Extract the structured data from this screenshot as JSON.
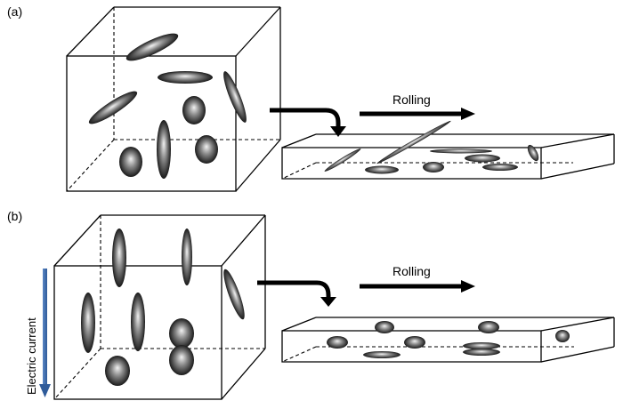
{
  "panels": [
    {
      "label": "(a)"
    },
    {
      "label": "(b)"
    }
  ],
  "rolling_label": "Rolling",
  "current_label": "Electric current",
  "colors": {
    "particle_dark": "#1a1a1a",
    "particle_light": "#f2f2f2",
    "current_arrow": "#3f6fb0"
  }
}
